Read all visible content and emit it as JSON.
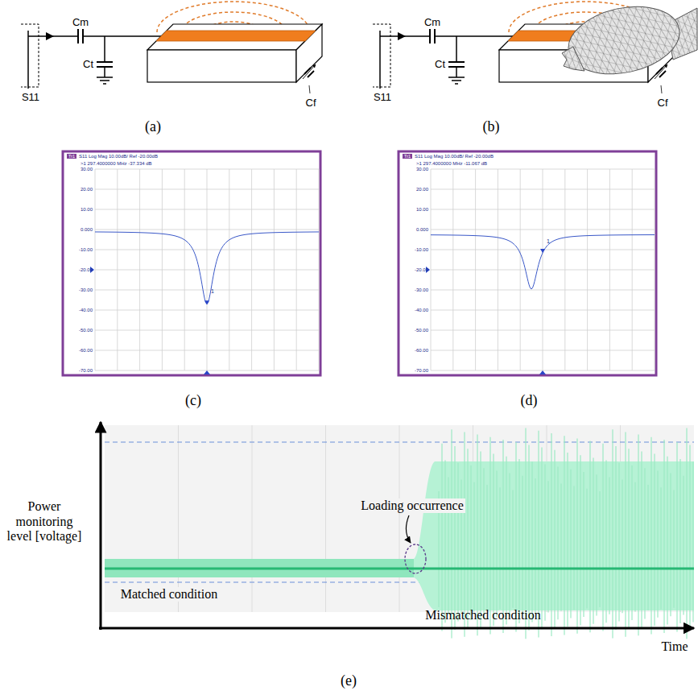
{
  "diagram": {
    "labels": [
      "Cm",
      "Ct",
      "S11",
      "Cf",
      "(a)",
      "Cm",
      "Ct",
      "S11",
      "Cf",
      "(b)",
      "Tr1",
      "S11 Log Mag 10.00dB/ Ref -20.00dB",
      ">1 297.4000000 MHz -37.334 dB",
      "30.00",
      "20.00",
      "10.00",
      "0.000",
      "-10.00",
      "-20.00",
      "-30.00",
      "-40.00",
      "-50.00",
      "-60.00",
      "-70.00",
      "1",
      "(c)",
      "Tr1",
      "S11 Log Mag 10.00dB/ Ref -20.00dB",
      ">1 297.4000000 MHz -11.067 dB",
      "30.00",
      "20.00",
      "10.00",
      "0.000",
      "-10.00",
      "-20.00",
      "-30.00",
      "-40.00",
      "-50.00",
      "-60.00",
      "-70.00",
      "1",
      "(d)",
      "Power monitoring level [voltage]",
      "Loading occurrence",
      "Matched condition",
      "Mismatched condition",
      "Time",
      "(e)"
    ]
  }
}
